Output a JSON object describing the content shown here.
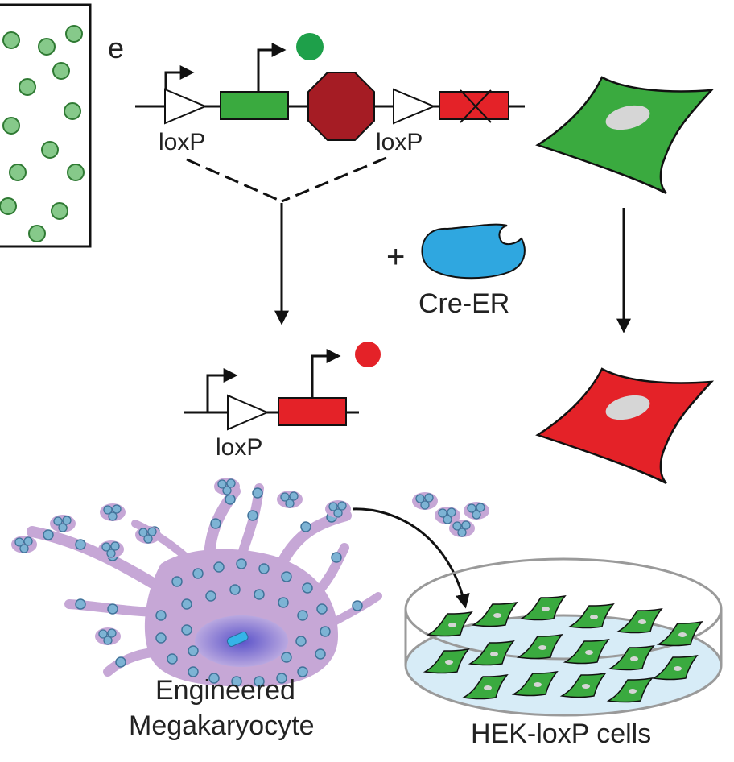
{
  "panel_letter": "e",
  "labels": {
    "loxp_left": "loxP",
    "loxp_right": "loxP",
    "loxp_bottom": "loxP",
    "cre_plus": "+",
    "cre": "Cre-ER",
    "mk_line1": "Engineered",
    "mk_line2": "Megakaryocyte",
    "hek": "HEK-loxP cells"
  },
  "colors": {
    "green": "#3aaa3f",
    "red": "#e42228",
    "darkred": "#a51c24",
    "cre_blue": "#2fa7e0",
    "mk_purple": "#c6a7d6",
    "vesicle": "#6aa7c9",
    "dish_blue": "#d7ecf7"
  }
}
